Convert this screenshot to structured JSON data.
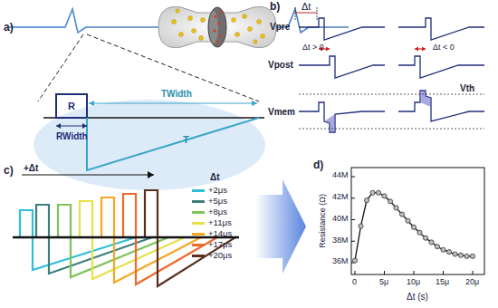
{
  "diagram": {
    "labels": [
      "a)",
      "Δt",
      "R",
      "RWidth",
      "T",
      "TWidth",
      "b)",
      "Vpre",
      "Vpost",
      "Vmem",
      "Δt > 0",
      "Δt < 0",
      "Vth",
      "c)",
      "+Δt",
      "Δt",
      "d)",
      "44M",
      "42M",
      "40M",
      "38M",
      "36M",
      "Resistance (Ω)",
      "0",
      "5μ",
      "10μ",
      "15μ",
      "20μ",
      "Δt (s)"
    ],
    "legend": [
      {
        "text": "+2μs",
        "color": "#2fc0d8"
      },
      {
        "text": "+5μs",
        "color": "#3e7f7c"
      },
      {
        "text": "+8μs",
        "color": "#7fc35a"
      },
      {
        "text": "+11μs",
        "color": "#e6e04a"
      },
      {
        "text": "+14μs",
        "color": "#f5a623"
      },
      {
        "text": "+17μs",
        "color": "#ee6a2c"
      },
      {
        "text": "+20μs",
        "color": "#5a2f1e"
      }
    ]
  }
}
